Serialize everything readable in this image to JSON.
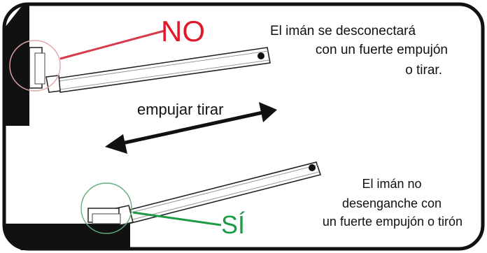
{
  "labels": {
    "no": "NO",
    "si": "SÍ",
    "push_pull": "empujar tirar"
  },
  "notes": {
    "disconnect": [
      "El imán se desconectará",
      "con un fuerte empujón",
      "o tirar."
    ],
    "stays": [
      "El imán no",
      "desenganche con",
      "un fuerte empujón o tirón"
    ]
  },
  "colors": {
    "frame": "#111111",
    "no": "#e0192b",
    "si": "#1f9a46",
    "circle_no": "#e3a6a6",
    "circle_si": "#63b07a"
  }
}
